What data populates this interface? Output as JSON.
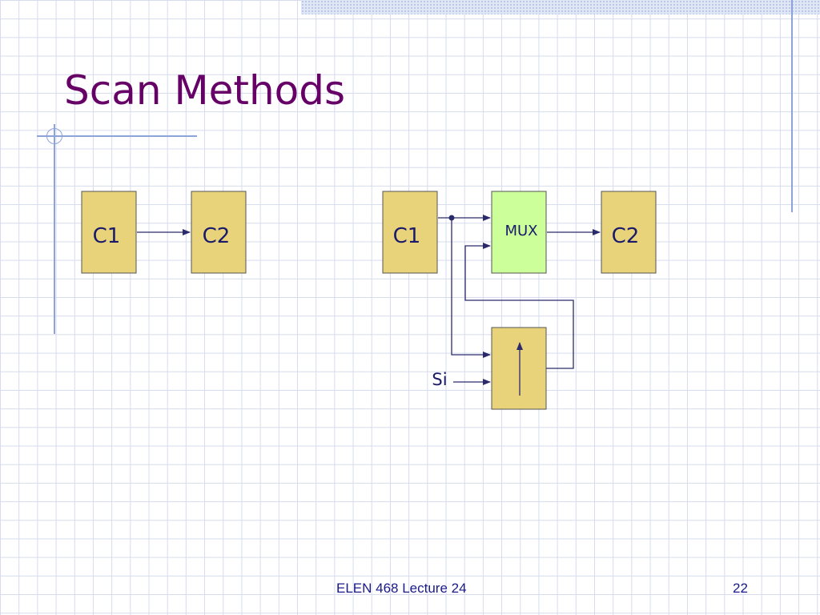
{
  "slide": {
    "title": "Scan Methods",
    "footer": "ELEN 468 Lecture 24",
    "page_number": "22"
  },
  "diagram_left": {
    "block_c1": "C1",
    "block_c2": "C2"
  },
  "diagram_right": {
    "block_c1": "C1",
    "mux": "MUX",
    "block_c2": "C2",
    "scan_input": "Si"
  },
  "colors": {
    "title": "#660066",
    "block_fill": "#e8d27a",
    "mux_fill": "#ccff99",
    "wire": "#2b2b6b",
    "grid": "#d6dcec",
    "decoration": "#8ea3d8"
  }
}
